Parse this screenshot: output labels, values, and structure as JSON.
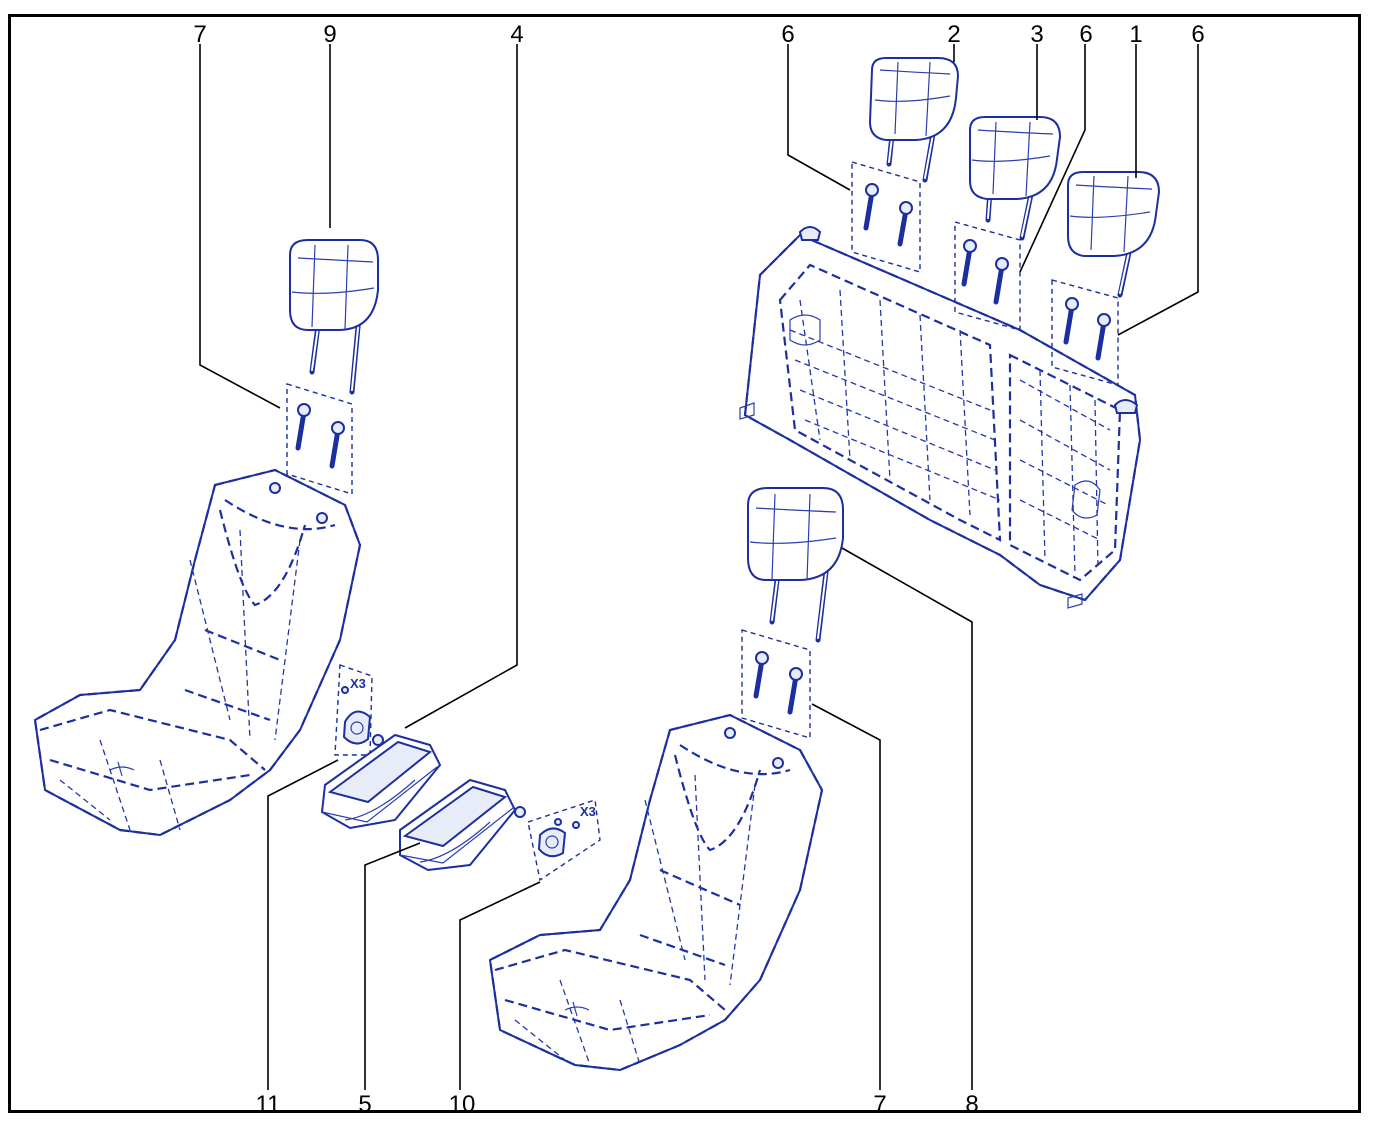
{
  "callouts": [
    {
      "label": "7"
    },
    {
      "label": "9"
    },
    {
      "label": "4"
    },
    {
      "label": "6"
    },
    {
      "label": "2"
    },
    {
      "label": "3"
    },
    {
      "label": "6"
    },
    {
      "label": "1"
    },
    {
      "label": "6"
    },
    {
      "label": "11"
    },
    {
      "label": "5"
    },
    {
      "label": "10"
    },
    {
      "label": "7"
    },
    {
      "label": "8"
    }
  ],
  "quantity_marks": [
    {
      "label": "X3"
    },
    {
      "label": "X3"
    }
  ],
  "colors": {
    "line_art": "#1c2f9e",
    "frame": "#000000",
    "background": "#ffffff"
  }
}
